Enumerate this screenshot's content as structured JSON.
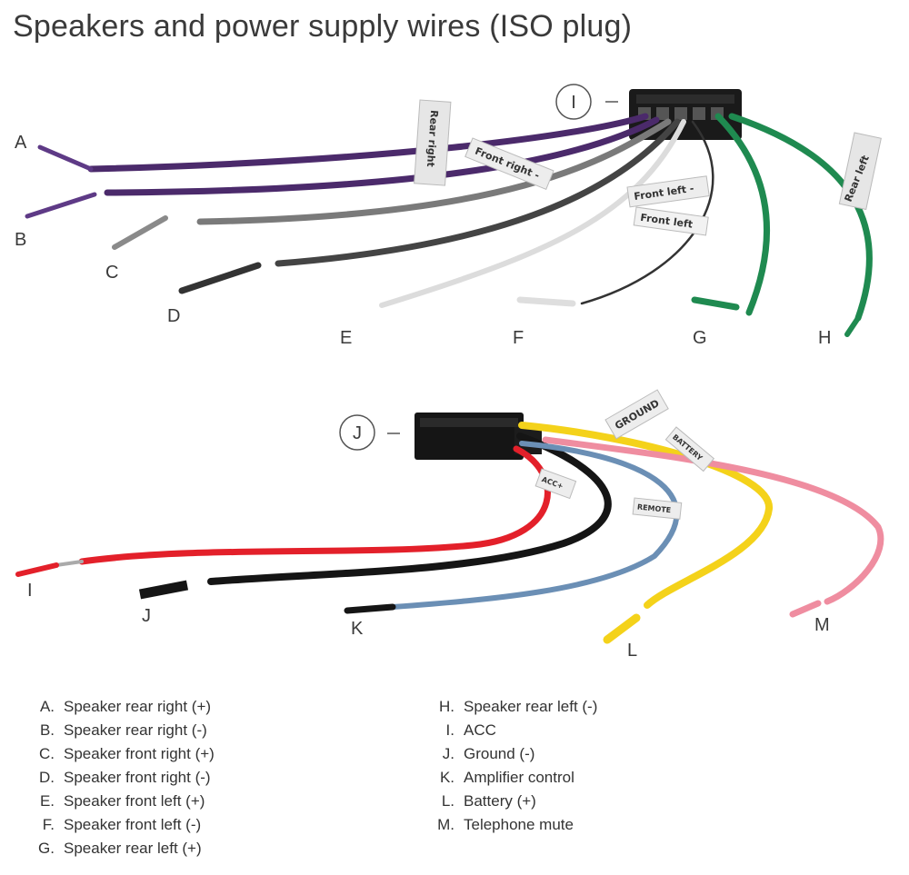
{
  "title": "Speakers and power supply wires (ISO plug)",
  "connectors": {
    "top": "I",
    "bottom": "J"
  },
  "wire_letters_top": [
    "A",
    "B",
    "C",
    "D",
    "E",
    "F",
    "G",
    "H"
  ],
  "wire_letters_bottom": [
    "I",
    "J",
    "K",
    "L",
    "M"
  ],
  "tags": {
    "rear_right": "Rear right",
    "front_right": "Front right -",
    "front_left": "Front left -",
    "front_left_2": "Front left",
    "rear_left": "Rear left",
    "ground": "GROUND",
    "acc": "ACC+",
    "remote": "REMOTE",
    "battery": "BATTERY"
  },
  "legend_left": [
    {
      "letter": "A.",
      "text": "Speaker rear right (+)"
    },
    {
      "letter": "B.",
      "text": "Speaker rear right (-)"
    },
    {
      "letter": "C.",
      "text": "Speaker front right (+)"
    },
    {
      "letter": "D.",
      "text": "Speaker front right (-)"
    },
    {
      "letter": "E.",
      "text": "Speaker front left (+)"
    },
    {
      "letter": "F.",
      "text": "Speaker front left (-)"
    },
    {
      "letter": "G.",
      "text": "Speaker rear left (+)"
    }
  ],
  "legend_right": [
    {
      "letter": "H.",
      "text": "Speaker rear left (-)"
    },
    {
      "letter": "I.",
      "text": "ACC"
    },
    {
      "letter": "J.",
      "text": "Ground (-)"
    },
    {
      "letter": "K.",
      "text": "Amplifier control"
    },
    {
      "letter": "L.",
      "text": "Battery (+)"
    },
    {
      "letter": "M.",
      "text": "Telephone mute"
    }
  ],
  "colors": {
    "purple": "#4b2a6b",
    "gray": "#7a7a7a",
    "dark_gray": "#444444",
    "white_wire": "#f2f2f2",
    "green": "#1f8a50",
    "red": "#e3202a",
    "black": "#151515",
    "blue": "#6b8fb5",
    "yellow": "#f4d21a",
    "pink": "#ef8da0"
  }
}
